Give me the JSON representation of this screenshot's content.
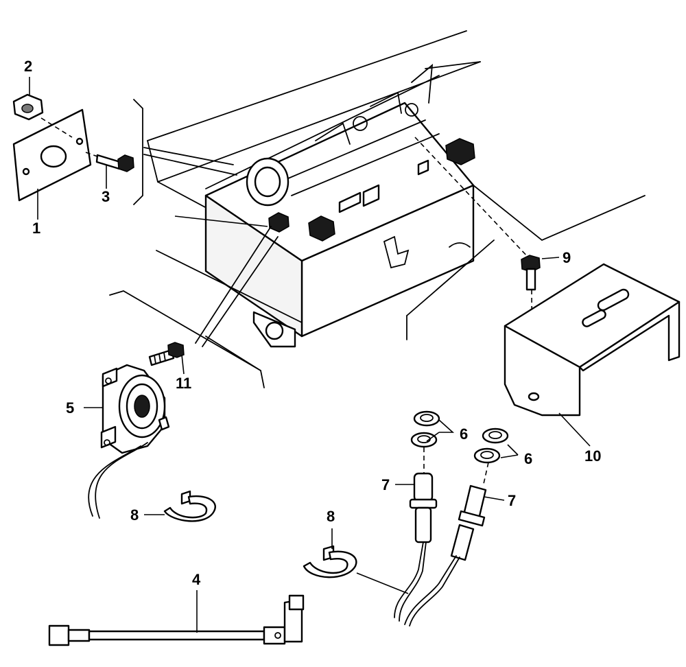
{
  "callouts": {
    "c1": "1",
    "c2": "2",
    "c3": "3",
    "c4": "4",
    "c5": "5",
    "c6a": "6",
    "c6b": "6",
    "c7a": "7",
    "c7b": "7",
    "c8a": "8",
    "c8b": "8",
    "c9": "9",
    "c10": "10",
    "c11": "11"
  },
  "colors": {
    "line": "#000000",
    "background": "#ffffff",
    "shade": "#7a7a7a"
  }
}
